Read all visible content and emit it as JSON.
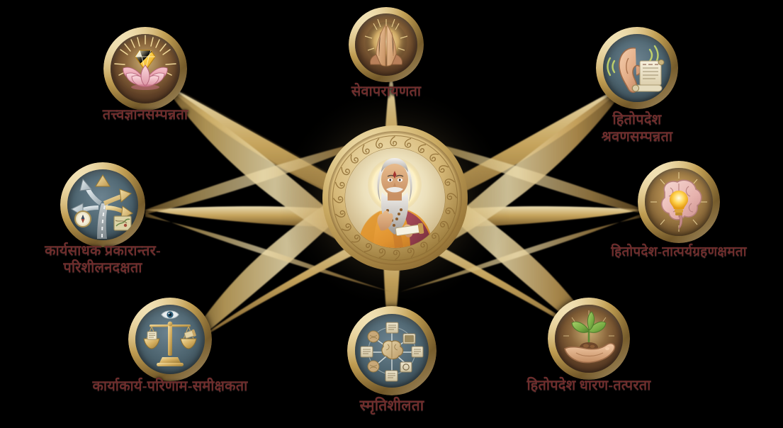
{
  "diagram": {
    "title_present": false,
    "type": "radial-hub-and-spoke",
    "background_color": "#000000",
    "label_color": "#6e2d2c",
    "accent_gold": "#c9a961",
    "spoke_count": 8,
    "center": {
      "name": "central-sage-medallion",
      "icon": "sage-guru-icon",
      "label": "",
      "description_visible": false
    },
    "nodes": [
      {
        "id": "sevaparayanata",
        "label": "सेवापरायणता",
        "icon": "praying-hands-icon",
        "disc_tone": "warm",
        "label_lines": [
          "सेवापरायणता"
        ]
      },
      {
        "id": "hitopadesha-shravana",
        "label": "हितोपदेश श्रवणसम्पन्नता",
        "icon": "ear-scroll-icon",
        "disc_tone": "blue",
        "label_lines": [
          "हितोपदेश",
          "श्रवणसम्पन्नता"
        ]
      },
      {
        "id": "hitopadesha-tatparya",
        "label": "हितोपदेश-तात्पर्यग्रहणक्षमता",
        "icon": "brain-bulb-icon",
        "disc_tone": "gold",
        "label_lines": [
          "हितोपदेश-तात्पर्यग्रहणक्षमता"
        ]
      },
      {
        "id": "hitopadesha-dharana",
        "label": "हितोपदेश धारण-तत्परता",
        "icon": "hand-sapling-icon",
        "disc_tone": "warm",
        "label_lines": [
          "हितोपदेश धारण-तत्परता"
        ]
      },
      {
        "id": "smritishilata",
        "label": "स्मृतिशीलता",
        "icon": "memory-network-icon",
        "disc_tone": "blue",
        "label_lines": [
          "स्मृतिशीलता"
        ]
      },
      {
        "id": "karyakarya-parinama",
        "label": "कार्याकार्य-परिणाम-समीक्षकता",
        "icon": "balance-scales-eye-icon",
        "disc_tone": "blue",
        "label_lines": [
          "कार्याकार्य-परिणाम-समीक्षकता"
        ]
      },
      {
        "id": "karyasadhaka-prakarantara",
        "label": "कार्यसाधक प्रकारान्तर-परिशीलनदक्षता",
        "icon": "branching-roads-icon",
        "disc_tone": "blue",
        "label_lines": [
          "कार्यसाधक प्रकारान्तर-",
          "परिशीलनदक्षता"
        ]
      },
      {
        "id": "tattvajnanasampannata",
        "label": "तत्त्वज्ञानसम्पन्नता",
        "icon": "lotus-gem-icon",
        "disc_tone": "warm",
        "label_lines": [
          "तत्त्वज्ञानसम्पन्नता"
        ]
      }
    ]
  }
}
